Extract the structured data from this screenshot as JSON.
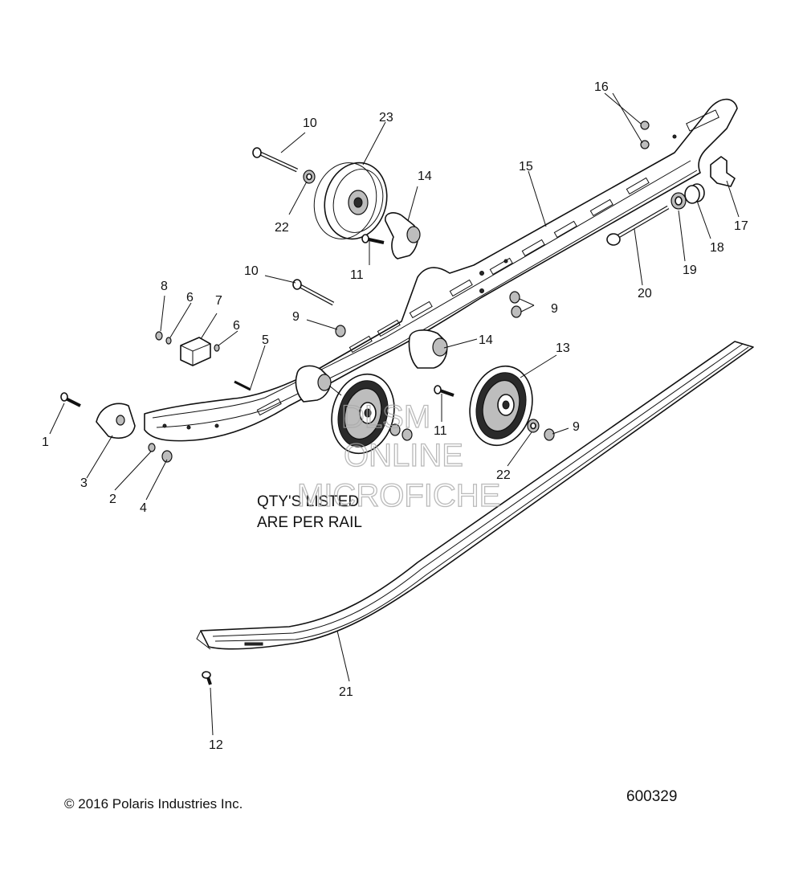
{
  "note": {
    "line1": "QTY'S LISTED",
    "line2": "ARE PER RAIL"
  },
  "watermark": {
    "line1": "DLSM",
    "line2": "ONLINE",
    "line3": "MICROFICHE"
  },
  "footer": {
    "copyright": "© 2016 Polaris Industries Inc.",
    "diagram_code": "600329"
  },
  "callouts": [
    {
      "id": "c1",
      "label": "1"
    },
    {
      "id": "c2",
      "label": "2"
    },
    {
      "id": "c3",
      "label": "3"
    },
    {
      "id": "c4",
      "label": "4"
    },
    {
      "id": "c5",
      "label": "5"
    },
    {
      "id": "c6a",
      "label": "6"
    },
    {
      "id": "c6b",
      "label": "6"
    },
    {
      "id": "c7",
      "label": "7"
    },
    {
      "id": "c8",
      "label": "8"
    },
    {
      "id": "c9a",
      "label": "9"
    },
    {
      "id": "c9b",
      "label": "9"
    },
    {
      "id": "c9c",
      "label": "9"
    },
    {
      "id": "c10a",
      "label": "10"
    },
    {
      "id": "c10b",
      "label": "10"
    },
    {
      "id": "c11a",
      "label": "11"
    },
    {
      "id": "c11b",
      "label": "11"
    },
    {
      "id": "c12",
      "label": "12"
    },
    {
      "id": "c13",
      "label": "13"
    },
    {
      "id": "c14a",
      "label": "14"
    },
    {
      "id": "c14b",
      "label": "14"
    },
    {
      "id": "c15",
      "label": "15"
    },
    {
      "id": "c16",
      "label": "16"
    },
    {
      "id": "c17",
      "label": "17"
    },
    {
      "id": "c18",
      "label": "18"
    },
    {
      "id": "c19",
      "label": "19"
    },
    {
      "id": "c20",
      "label": "20"
    },
    {
      "id": "c21",
      "label": "21"
    },
    {
      "id": "c22a",
      "label": "22"
    },
    {
      "id": "c22b",
      "label": "22"
    },
    {
      "id": "c23",
      "label": "23"
    }
  ]
}
